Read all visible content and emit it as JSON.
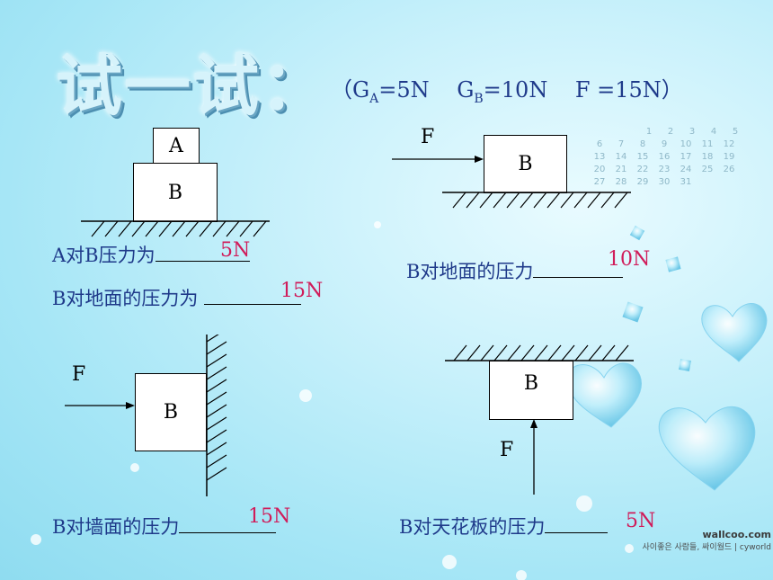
{
  "title": "试一试：",
  "given": {
    "open": "（G",
    "sub_a": "A",
    "val_a": "=5N",
    "g_b": "G",
    "sub_b": "B",
    "val_b": "=10N",
    "force": "F =15N",
    "close": "）"
  },
  "diagram1": {
    "box_a": "A",
    "box_b": "B",
    "q1": "A对B压力为",
    "a1": "5N",
    "q2": "B对地面的压力为",
    "a2": "15N"
  },
  "diagram2": {
    "force": "F",
    "box": "B",
    "q": "B对地面的压力",
    "a": "10N"
  },
  "diagram3": {
    "force": "F",
    "box": "B",
    "q": "B对墙面的压力",
    "a": "15N"
  },
  "diagram4": {
    "force": "F",
    "box": "B",
    "q": "B对天花板的压力",
    "a": "5N"
  },
  "calendar": {
    "row1": [
      "1",
      "2",
      "3",
      "4",
      "5"
    ],
    "row2": [
      "6",
      "7",
      "8",
      "9",
      "10",
      "11",
      "12"
    ],
    "row3": [
      "13",
      "14",
      "15",
      "16",
      "17",
      "18",
      "19"
    ],
    "row4": [
      "20",
      "21",
      "22",
      "23",
      "24",
      "25",
      "26"
    ],
    "row5": [
      "27",
      "28",
      "29",
      "30",
      "31"
    ]
  },
  "watermark": {
    "site": "wallcoo.com",
    "tagline": "사이좋은 사람들, 싸이월드 | cyworld"
  }
}
